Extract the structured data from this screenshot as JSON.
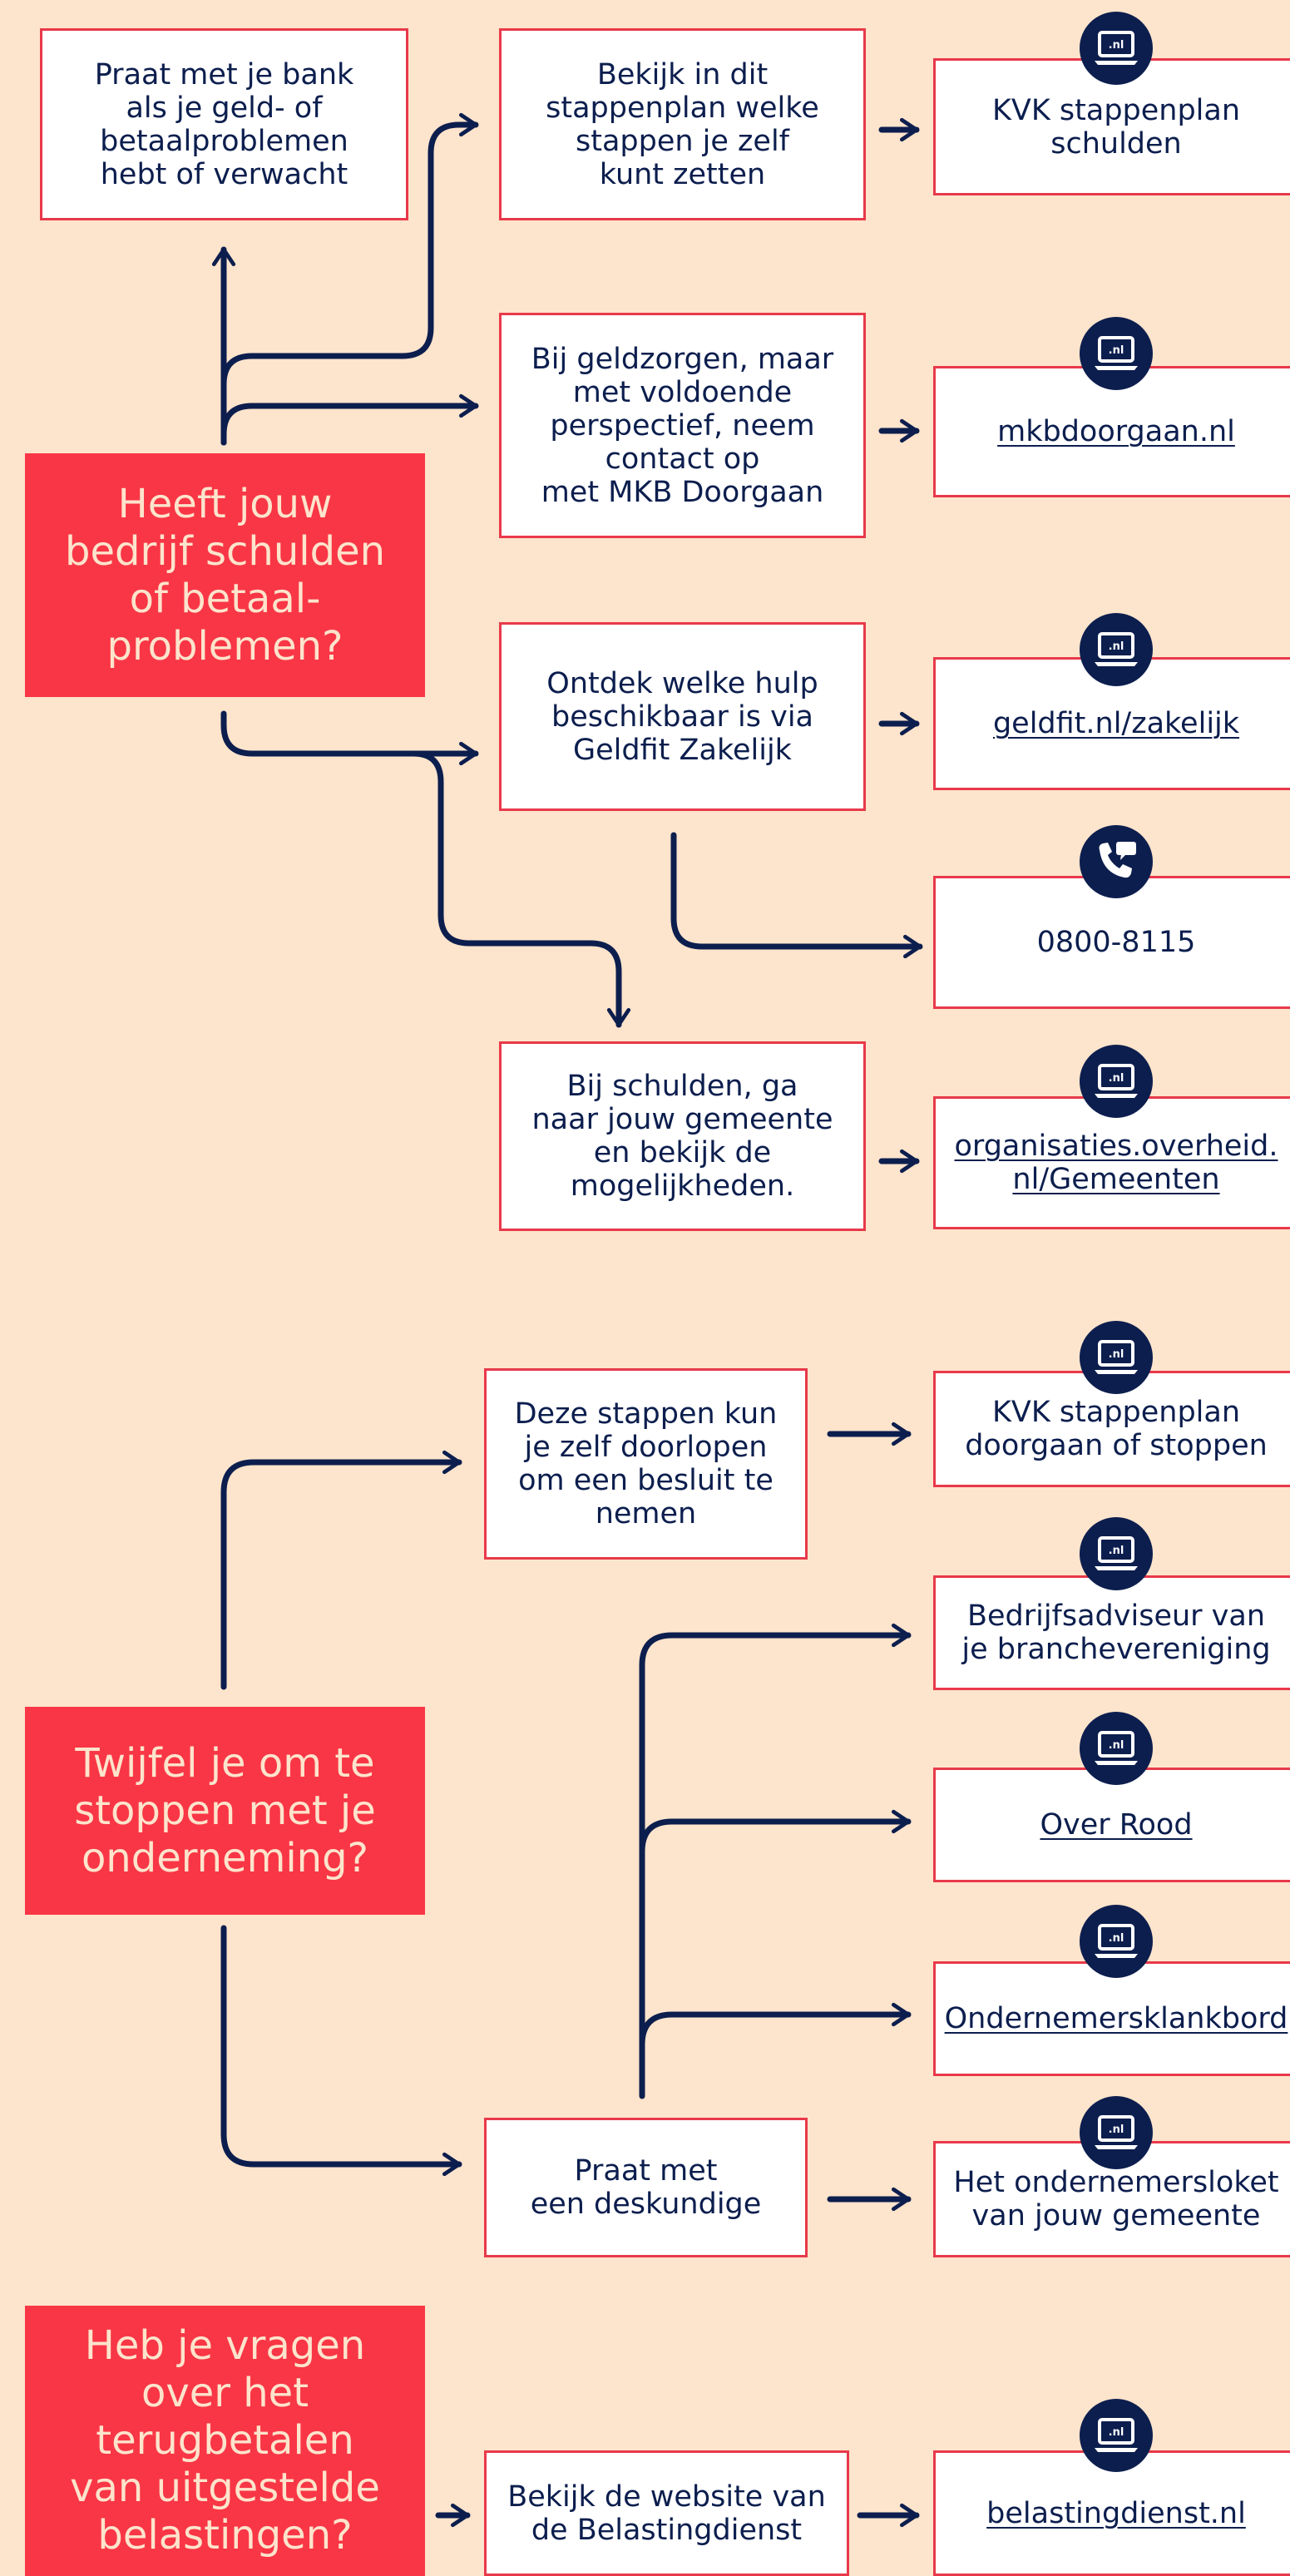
{
  "questions": {
    "q1": "Heeft jouw\nbedrijf schulden\nof betaal-\nproblemen?",
    "q2": "Twijfel je om te\nstoppen met je\nonderneming?",
    "q3": "Heb je vragen\nover het\nterugbetalen\nvan uitgestelde\nbelastingen?"
  },
  "steps": {
    "bank": "Praat met je bank\nals je geld- of\nbetaalproblemen\nhebt of verwacht",
    "stappenplan": "Bekijk in dit\nstappenplan welke\nstappen je zelf\nkunt zetten",
    "geldzorgen": "Bij geldzorgen, maar\nmet voldoende\nperspectief, neem\ncontact op\nmet MKB Doorgaan",
    "geldfit": "Ontdek welke hulp\nbeschikbaar is via\nGeldfit Zakelijk",
    "gemeente": "Bij schulden, ga\nnaar jouw gemeente\nen bekijk de\nmogelijkheden.",
    "doorlopen": "Deze stappen kun\nje zelf doorlopen\nom een besluit te\nnemen",
    "deskundige": "Praat met\neen deskundige",
    "belastingdienst_web": "Bekijk de website van\nde Belastingdienst"
  },
  "resources": {
    "kvk_schulden": "KVK stappenplan\nschulden",
    "mkbdoorgaan": "mkbdoorgaan.nl",
    "geldfit_link": "geldfit.nl/zakelijk",
    "phone": "0800-8115",
    "overheid": "organisaties.overheid.\nnl/Gemeenten",
    "kvk_doorgaan": "KVK stappenplan\ndoorgaan of stoppen",
    "branche": "Bedrijfsadviseur van\nje branchevereniging",
    "overrood": "Over Rood",
    "klankbord": "Ondernemersklankbord",
    "loket": "Het ondernemersloket\nvan jouw gemeente",
    "belastingdienst": "belastingdienst.nl"
  },
  "badge_text": ".nl",
  "colors": {
    "background": "#fde4cc",
    "navy": "#0c1e4e",
    "red": "#f93646",
    "border": "#e8394a"
  }
}
